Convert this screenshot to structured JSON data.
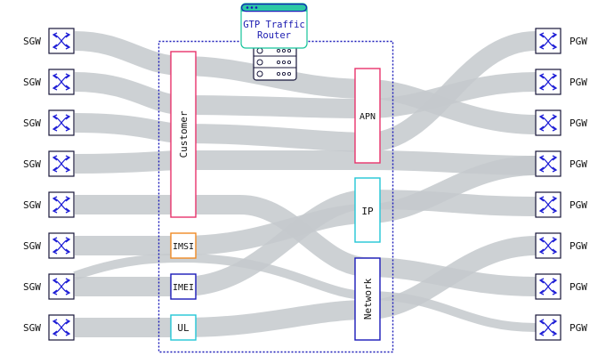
{
  "colors": {
    "flow": "#c4c9cd",
    "switch_stroke": "#17163a",
    "switch_icon": "#1f1fd6",
    "container_border": "#1a1ab8",
    "customer": "#e8336b",
    "apn": "#e8336b",
    "imsi": "#f08a24",
    "imei": "#1a1ab8",
    "ul": "#22c6d6",
    "ip": "#22c6d6",
    "network": "#1a1ab8",
    "router_border": "#14c39a",
    "router_text": "#1a1ab0"
  },
  "router": {
    "title_line1": "GTP Traffic",
    "title_line2": "Router"
  },
  "left_nodes": [
    "SGW",
    "SGW",
    "SGW",
    "SGW",
    "SGW",
    "SGW",
    "SGW",
    "SGW"
  ],
  "right_nodes": [
    "PGW",
    "PGW",
    "PGW",
    "PGW",
    "PGW",
    "PGW",
    "PGW",
    "PGW"
  ],
  "classifiers_left": [
    {
      "label": "Customer",
      "vertical": true
    },
    {
      "label": "IMSI",
      "vertical": false
    },
    {
      "label": "IMEI",
      "vertical": false
    },
    {
      "label": "UL",
      "vertical": false
    }
  ],
  "classifiers_right": [
    {
      "label": "APN",
      "vertical": false
    },
    {
      "label": "IP",
      "vertical": false
    },
    {
      "label": "Network",
      "vertical": true
    }
  ]
}
